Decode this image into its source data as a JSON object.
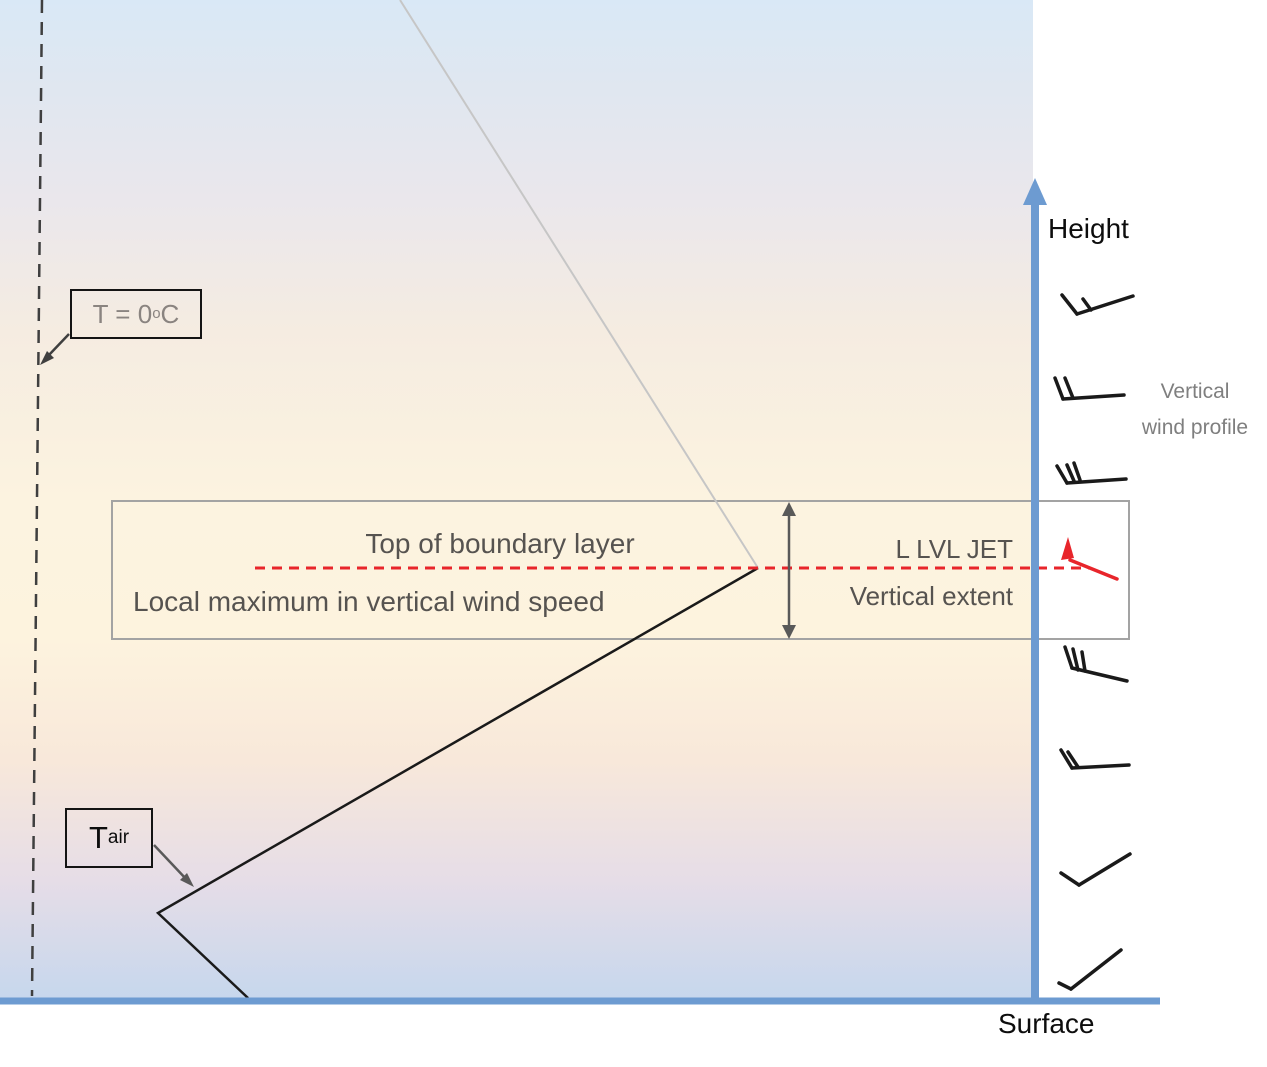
{
  "diagram": {
    "temperature": {
      "isotherm_label": {
        "prefix": "T = 0",
        "sup": "o",
        "suffix": "C"
      },
      "air_temp_label": {
        "main": "T",
        "sub": "air"
      }
    },
    "boundary_layer_box": {
      "line1": "Top of boundary layer",
      "line2": "Local maximum in vertical wind speed",
      "jet_label": "L LVL JET",
      "extent_label": "Vertical extent"
    },
    "axes": {
      "height_label": "Height",
      "surface_label": "Surface"
    },
    "wind_profile": {
      "label": "Vertical wind profile",
      "barbs": [
        {
          "name": "wind-barb-15kt-top",
          "speed_kt": 15,
          "color": "#1a1a1a",
          "shaft": [
            [
              1077,
              314
            ],
            [
              1133,
              296
            ]
          ],
          "feathers": [
            [
              [
                1077,
                314
              ],
              [
                1062,
                295
              ]
            ],
            [
              [
                1091,
                310
              ],
              [
                1083,
                299
              ]
            ]
          ]
        },
        {
          "name": "wind-barb-20kt-upper",
          "speed_kt": 20,
          "color": "#1a1a1a",
          "shaft": [
            [
              1063,
              399
            ],
            [
              1124,
              395
            ]
          ],
          "feathers": [
            [
              [
                1063,
                399
              ],
              [
                1055,
                378
              ]
            ],
            [
              [
                1073,
                398
              ],
              [
                1065,
                378
              ]
            ]
          ]
        },
        {
          "name": "wind-barb-30kt-upper",
          "speed_kt": 30,
          "color": "#1a1a1a",
          "shaft": [
            [
              1067,
              483
            ],
            [
              1126,
              479
            ]
          ],
          "feathers": [
            [
              [
                1067,
                483
              ],
              [
                1057,
                466
              ]
            ],
            [
              [
                1074,
                481
              ],
              [
                1067,
                465
              ]
            ],
            [
              [
                1080,
                480
              ],
              [
                1074,
                463
              ]
            ]
          ]
        },
        {
          "name": "wind-barb-50kt-jet",
          "speed_kt": 50,
          "color": "#e8252b",
          "shaft": [
            [
              1070,
              560
            ],
            [
              1117,
              579
            ]
          ],
          "pennant": [
            [
              1061,
              560
            ],
            [
              1068,
              537
            ],
            [
              1074,
              558
            ]
          ]
        },
        {
          "name": "wind-barb-30kt-lower",
          "speed_kt": 30,
          "color": "#1a1a1a",
          "shaft": [
            [
              1072,
              668
            ],
            [
              1127,
              681
            ]
          ],
          "feathers": [
            [
              [
                1072,
                668
              ],
              [
                1065,
                647
              ]
            ],
            [
              [
                1078,
                670
              ],
              [
                1073,
                649
              ]
            ],
            [
              [
                1085,
                671
              ],
              [
                1082,
                652
              ]
            ]
          ]
        },
        {
          "name": "wind-barb-20kt-lower",
          "speed_kt": 20,
          "color": "#1a1a1a",
          "shaft": [
            [
              1072,
              768
            ],
            [
              1129,
              765
            ]
          ],
          "feathers": [
            [
              [
                1072,
                768
              ],
              [
                1061,
                750
              ]
            ],
            [
              [
                1078,
                767
              ],
              [
                1068,
                752
              ]
            ]
          ]
        },
        {
          "name": "wind-barb-10kt",
          "speed_kt": 10,
          "color": "#1a1a1a",
          "shaft": [
            [
              1079,
              885
            ],
            [
              1130,
              854
            ]
          ],
          "feathers": [
            [
              [
                1079,
                885
              ],
              [
                1061,
                873
              ]
            ]
          ]
        },
        {
          "name": "wind-barb-5kt-surface",
          "speed_kt": 5,
          "color": "#1a1a1a",
          "shaft": [
            [
              1071,
              989
            ],
            [
              1121,
              950
            ]
          ],
          "feathers": [
            [
              [
                1071,
                989
              ],
              [
                1059,
                983
              ]
            ]
          ]
        }
      ]
    },
    "colors": {
      "jet_red": "#e8252b",
      "axis_blue": "#6d9bd1",
      "annotation_gray": "#565350",
      "line_black": "#1a1a1a"
    }
  }
}
